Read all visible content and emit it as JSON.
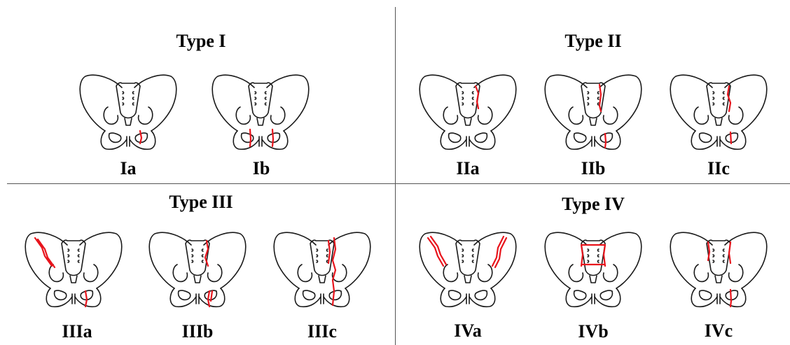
{
  "panels": {
    "type1": {
      "title": "Type I",
      "items": [
        {
          "label": "Ia",
          "variant": "Ia"
        },
        {
          "label": "Ib",
          "variant": "Ib"
        }
      ]
    },
    "type2": {
      "title": "Type II",
      "items": [
        {
          "label": "IIa",
          "variant": "IIa"
        },
        {
          "label": "IIb",
          "variant": "IIb"
        },
        {
          "label": "IIc",
          "variant": "IIc"
        }
      ]
    },
    "type3": {
      "title": "Type III",
      "items": [
        {
          "label": "IIIa",
          "variant": "IIIa"
        },
        {
          "label": "IIIb",
          "variant": "IIIb"
        },
        {
          "label": "IIIc",
          "variant": "IIIc"
        }
      ]
    },
    "type4": {
      "title": "Type IV",
      "items": [
        {
          "label": "IVa",
          "variant": "IVa"
        },
        {
          "label": "IVb",
          "variant": "IVb"
        },
        {
          "label": "IVc",
          "variant": "IVc"
        }
      ]
    }
  },
  "colors": {
    "outline": "#1a1a1a",
    "fracture": "#e8141c",
    "divider": "#555555"
  }
}
